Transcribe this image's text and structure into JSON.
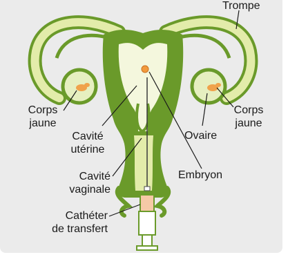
{
  "labels": {
    "trompe": "Trompe",
    "corps_jaune_left_1": "Corps",
    "corps_jaune_left_2": "jaune",
    "corps_jaune_right_1": "Corps",
    "corps_jaune_right_2": "jaune",
    "ovaire": "Ovaire",
    "cavite_uterine_1": "Cavité",
    "cavite_uterine_2": "utérine",
    "embryon": "Embryon",
    "cavite_vaginale_1": "Cavité",
    "cavite_vaginale_2": "vaginale",
    "catheter_1": "Cathéter",
    "catheter_2": "de transfert"
  },
  "colors": {
    "panel": "#ebebeb",
    "uterus_green": "#6a9a2a",
    "uterus_light": "#c9dc8e",
    "cavity_fill": "#f4f7dd",
    "tube_light": "#e3ecaa",
    "ovary_fill": "#e6efc0",
    "corpus_luteum": "#f0a24a",
    "embryo": "#f29a3c",
    "catheter_tip": "#f6c9a6"
  }
}
